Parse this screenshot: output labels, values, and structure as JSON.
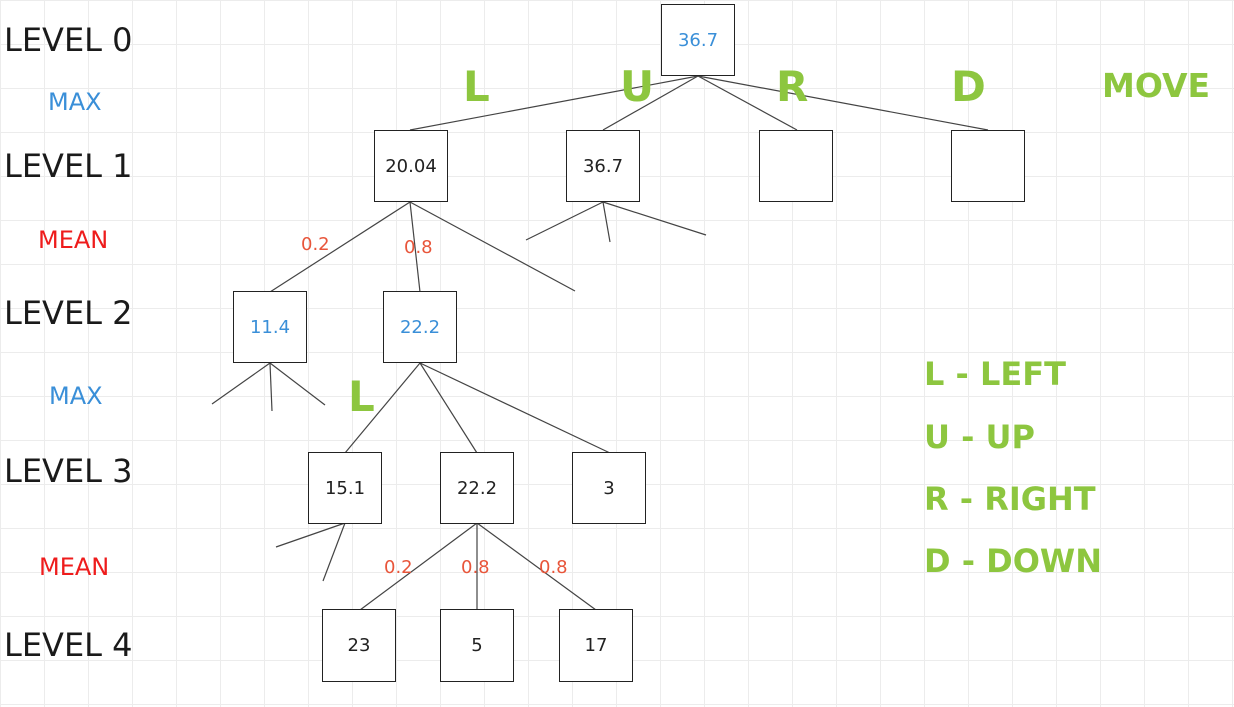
{
  "levels": {
    "l0": "LEVEL 0",
    "l1": "LEVEL 1",
    "l2": "LEVEL 2",
    "l3": "LEVEL 3",
    "l4": "LEVEL 4"
  },
  "operators": {
    "op1": "MAX",
    "op2": "MEAN",
    "op3": "MAX",
    "op4": "MEAN"
  },
  "nodes": {
    "root": "36.7",
    "l1_left": "20.04",
    "l1_up": "36.7",
    "l1_right": "",
    "l1_down": "",
    "l2_a": "11.4",
    "l2_b": "22.2",
    "l3_a": "15.1",
    "l3_b": "22.2",
    "l3_c": "3",
    "l4_a": "23",
    "l4_b": "5",
    "l4_c": "17"
  },
  "moves": {
    "l": "L",
    "u": "U",
    "r": "R",
    "d": "D",
    "header": "MOVE",
    "l_sub": "L"
  },
  "probabilities": {
    "p1": "0.2",
    "p2": "0.8",
    "p3": "0.2",
    "p4": "0.8",
    "p5": "0.8"
  },
  "legend": {
    "left": "L - LEFT",
    "up": "U - UP",
    "right": "R - RIGHT",
    "down": "D - DOWN"
  },
  "colors": {
    "max": "#3a8fd8",
    "mean": "#ee1c1c",
    "move": "#8dc63f",
    "probability": "#e8553a"
  }
}
